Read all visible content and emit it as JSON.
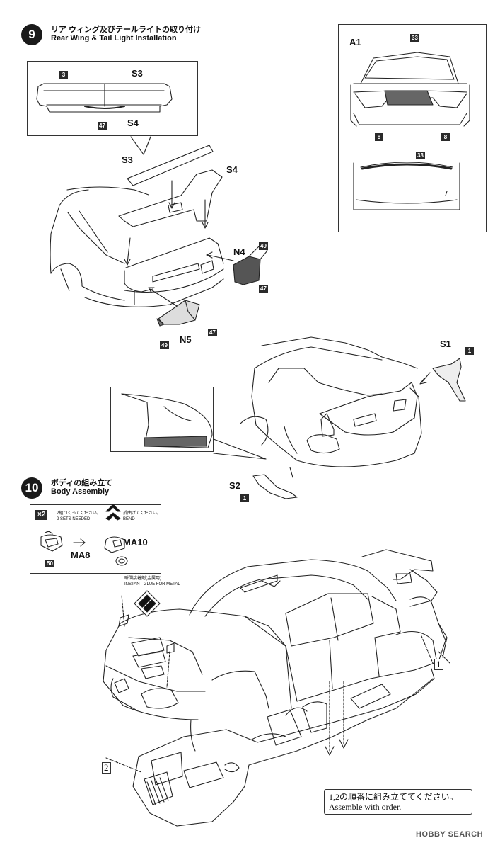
{
  "step9": {
    "number": "9",
    "title_jp": "リア ウィング及びテールライトの取り付け",
    "title_en": "Rear Wing & Tail Light Installation"
  },
  "step10": {
    "number": "10",
    "title_jp": "ボディの組み立て",
    "title_en": "Body Assembly"
  },
  "labels": {
    "s3_inset": "S3",
    "s4_inset": "S4",
    "s3_main": "S3",
    "s4_main": "S4",
    "n4": "N4",
    "n5": "N5",
    "a1": "A1",
    "s1": "S1",
    "s2": "S2",
    "ma8": "MA8",
    "ma10": "MA10"
  },
  "badges": {
    "b3": "3",
    "b47_inset": "47",
    "b33_top": "33",
    "b8_left": "8",
    "b8_right": "8",
    "b33_bottom": "33",
    "b49_n4": "49",
    "b47_n4": "47",
    "b49_n5": "49",
    "b47_n5": "47",
    "b1_s1": "1",
    "b1_s2": "1",
    "b50": "50"
  },
  "legend": {
    "x2_icon": "×2",
    "x2_jp": "2組つくってください。",
    "x2_en": "2 SETS NEEDED",
    "bend_jp": "折曲げてください。",
    "bend_en": "BEND"
  },
  "glue": {
    "jp": "瞬間接着剤(金属用)",
    "en": "INSTANT GLUE FOR METAL"
  },
  "assembly": {
    "num1": "1",
    "num2": "2",
    "note_jp": "1,2の順番に組み立ててください。",
    "note_en": "Assemble with order."
  },
  "watermark": {
    "text": "HOBBY SEARCH"
  }
}
